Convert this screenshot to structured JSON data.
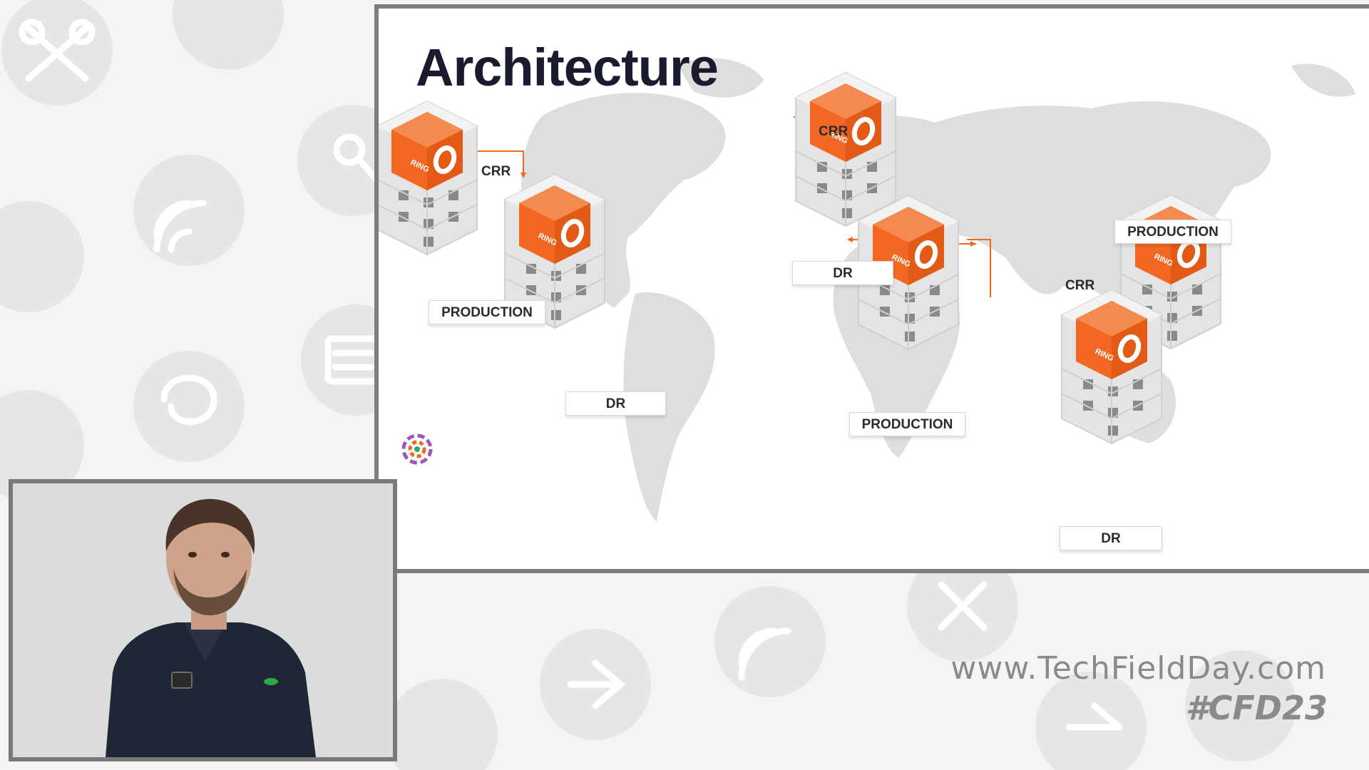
{
  "slide": {
    "title": "Architecture",
    "links": [
      {
        "label": "CRR"
      },
      {
        "label": "CRR"
      },
      {
        "label": "CRR"
      }
    ],
    "sites": [
      {
        "label": "PRODUCTION"
      },
      {
        "label": "DR"
      },
      {
        "label": "DR"
      },
      {
        "label": "PRODUCTION"
      },
      {
        "label": "PRODUCTION"
      },
      {
        "label": "DR"
      }
    ],
    "cube_brand": "RING",
    "colors": {
      "accent": "#f26722",
      "map": "#dedede",
      "title": "#1b1b30"
    }
  },
  "background_icons": [
    "keys-icon",
    "network-icon",
    "wifi-icon",
    "key-icon",
    "storage-icon",
    "server-icon",
    "cloud-icon",
    "sync-icon"
  ],
  "footer": {
    "url": "www.TechFieldDay.com",
    "hashtag": "#CFD23"
  },
  "video": {
    "description_icon": "presenter-video"
  }
}
